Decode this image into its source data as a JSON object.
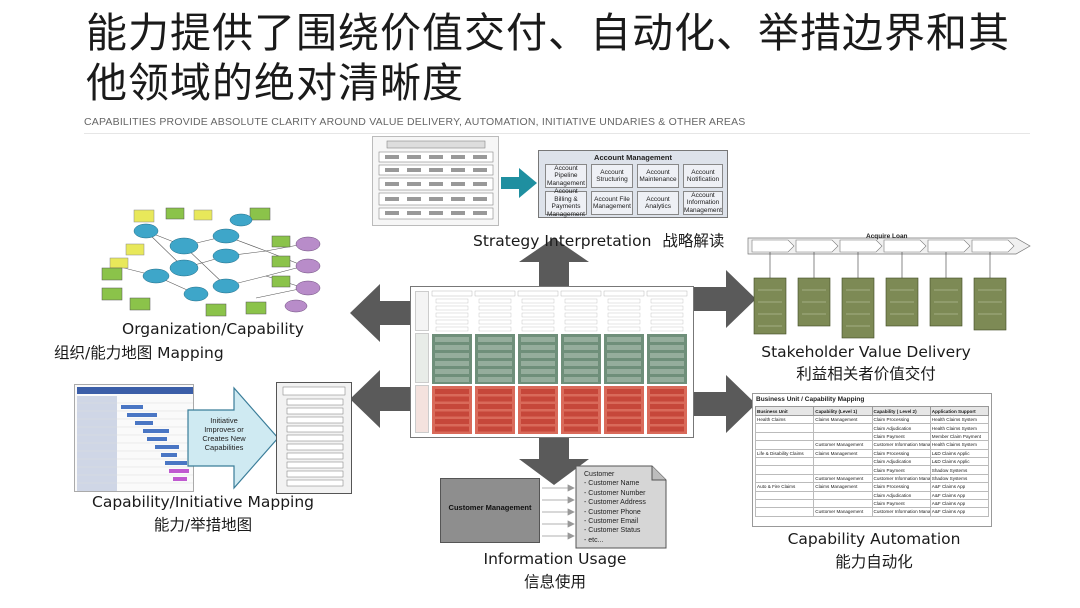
{
  "header": {
    "title": "能力提供了围绕价值交付、自动化、举措边界和其他领域的绝对清晰度",
    "subtitle": "CAPABILITIES PROVIDE ABSOLUTE CLARITY AROUND VALUE DELIVERY, AUTOMATION, INITIATIVE UNDARIES & OTHER AREAS"
  },
  "strategy": {
    "label_en": "Strategy Interpretation",
    "label_zh": "战略解读",
    "panel_title": "Account Management",
    "cards": [
      "Account Pipeline Management",
      "Account Structuring",
      "Account Maintenance",
      "Account Notification",
      "Account Billing & Payments Management",
      "Account File Management",
      "Account Analytics",
      "Account Information Management"
    ]
  },
  "org": {
    "label_en": "Organization/Capability",
    "label_zh": "组织/能力地图 Mapping"
  },
  "stakeholder": {
    "label_en": "Stakeholder Value Delivery",
    "label_zh": "利益相关者价值交付",
    "stream_title": "Acquire Loan"
  },
  "initiative": {
    "label_en": "Capability/Initiative Mapping",
    "label_zh": "能力/举措地图",
    "arrow_text": "Initiative Improves or Creates New Capabilities"
  },
  "info": {
    "label_en": "Information Usage",
    "label_zh": "信息使用",
    "box_label": "Customer Management",
    "items": [
      "Customer",
      "- Customer Name",
      "- Customer Number",
      "- Customer Address",
      "- Customer Phone",
      "- Customer Email",
      "- Customer Status",
      "- etc..."
    ]
  },
  "automation": {
    "label_en": "Capability Automation",
    "label_zh": "能力自动化",
    "table_title": "Business Unit / Capability Mapping",
    "columns": [
      "Business Unit",
      "Capability (Level 1)",
      "Capability ( Level 2)",
      "Application Support"
    ],
    "rows": [
      [
        "Health Claims",
        "Claims Management",
        "Claim Processing",
        "Health Claims System"
      ],
      [
        "",
        "",
        "Claim Adjudication",
        "Health Claims System"
      ],
      [
        "",
        "",
        "Claim Payment",
        "Member Claim Payment"
      ],
      [
        "",
        "Customer Management",
        "Customer Information Management",
        "Health Claims System"
      ],
      [
        "Life & Disability Claims",
        "Claims Management",
        "Claim Processing",
        "L&D Claims Applic"
      ],
      [
        "",
        "",
        "Claim Adjudication",
        "L&D Claims Applic"
      ],
      [
        "",
        "",
        "Claim Payment",
        "Shadow Systems"
      ],
      [
        "",
        "Customer Management",
        "Customer Information Management",
        "Shadow Systems"
      ],
      [
        "Auto & Fire Claims",
        "Claims Management",
        "Claim Processing",
        "A&F Claims App"
      ],
      [
        "",
        "",
        "Claim Adjudication",
        "A&F Claims App"
      ],
      [
        "",
        "",
        "Claim Payment",
        "A&F Claims App"
      ],
      [
        "",
        "Customer Management",
        "Customer Information Management",
        "A&F Claims App"
      ]
    ]
  },
  "colors": {
    "arrow": "#5a5a5a",
    "grid_green": "#6f8f7a",
    "grid_red": "#c6473a",
    "teal_arrow": "#1f8fa0",
    "ellipse": "#3ea6c9",
    "sticky_green": "#8bc34a",
    "sticky_yellow": "#e8e85a",
    "org_purple": "#b88cc9",
    "olive_box": "#7d8a55"
  }
}
